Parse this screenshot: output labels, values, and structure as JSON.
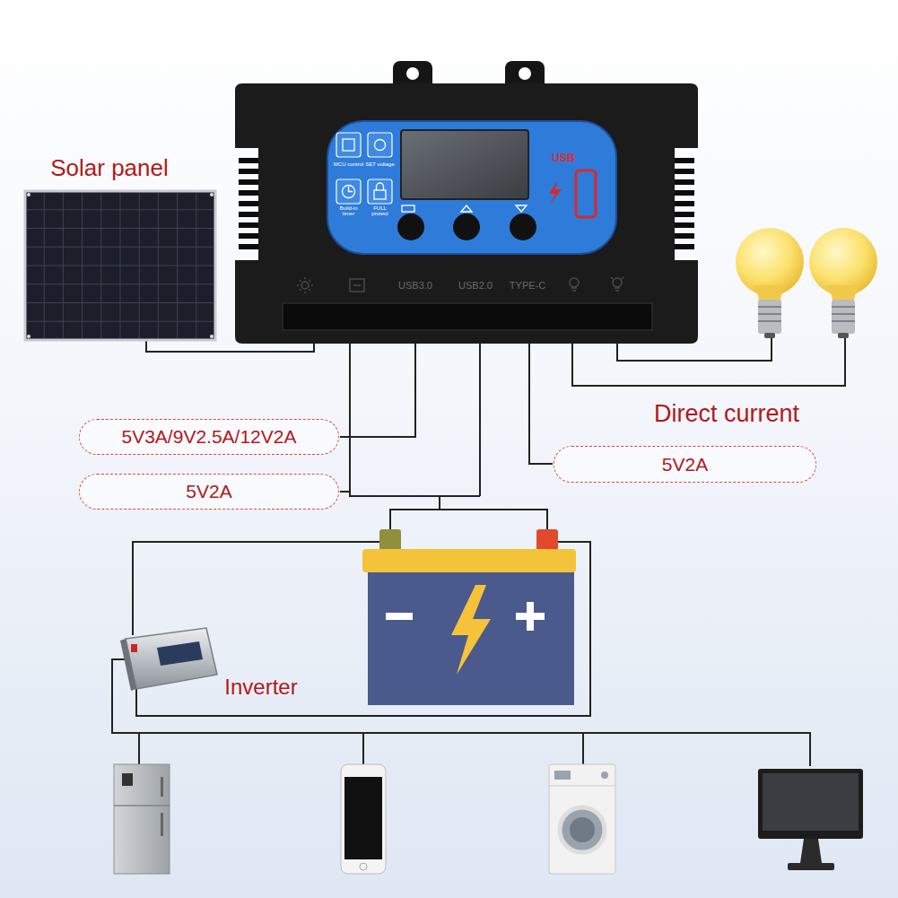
{
  "diagram": {
    "nodes": [
      {
        "text": [
          "5V3A/9V2.5A/12V2A"
        ]
      },
      {
        "text": [
          "5V2A"
        ]
      },
      {
        "text": [
          "5V2A"
        ]
      }
    ],
    "labels": [
      "Solar panel",
      "MCU control",
      "SET voltage",
      "Build-in timer",
      "FULL protect",
      "USB",
      "USB3.0",
      "USB2.0",
      "TYPE-C",
      "Direct current",
      "Inverter"
    ]
  }
}
